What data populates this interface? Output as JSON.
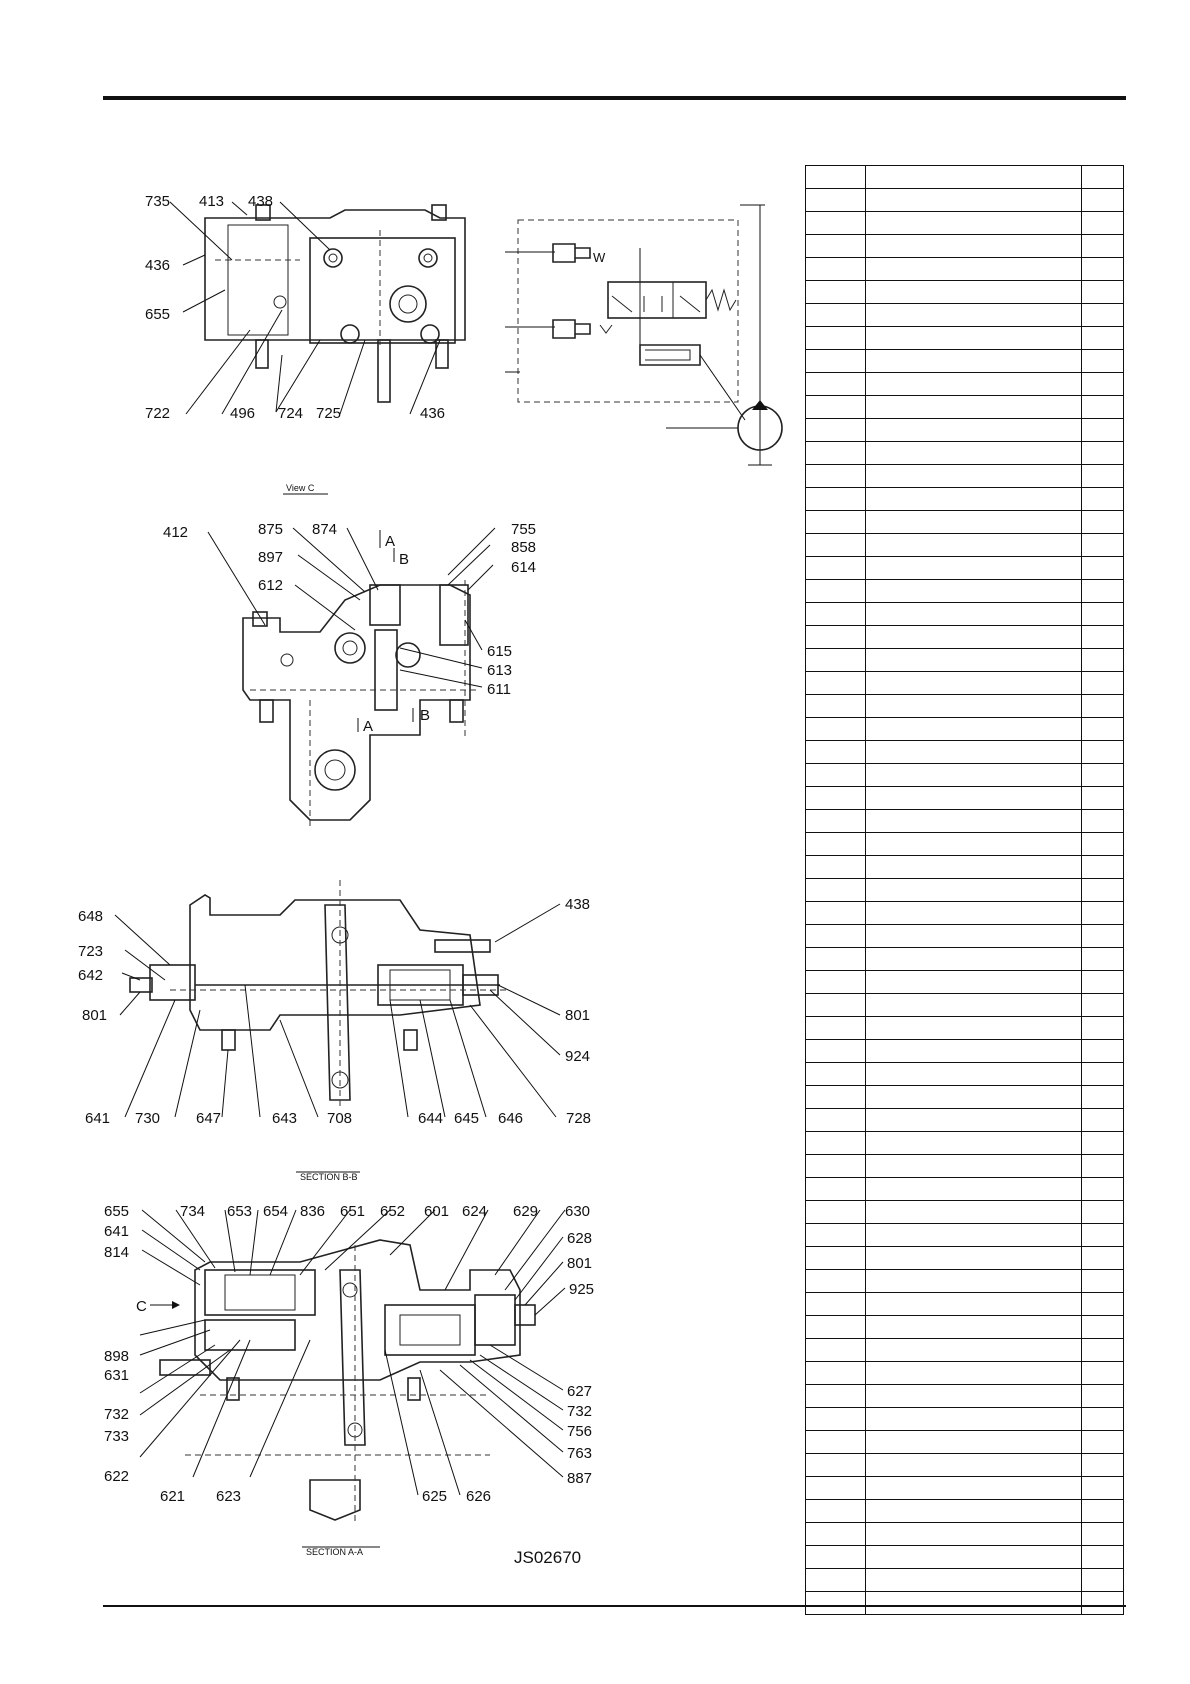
{
  "figure": {
    "view_label": "View C",
    "section_bb_label": "SECTION B-B",
    "section_aa_label": "SECTION A-A",
    "drawing_code": "JS02670",
    "view_c_callouts": [
      "735",
      "413",
      "438",
      "436",
      "655",
      "722",
      "496",
      "724",
      "725",
      "436"
    ],
    "middle_view_callouts": [
      "412",
      "875",
      "874",
      "897",
      "612",
      "755",
      "858",
      "614",
      "615",
      "613",
      "611"
    ],
    "section_markers": [
      "A",
      "B",
      "A",
      "B"
    ],
    "section_bb_callouts": [
      "648",
      "723",
      "642",
      "801",
      "641",
      "730",
      "647",
      "643",
      "708",
      "438",
      "801",
      "924",
      "644",
      "645",
      "646",
      "728"
    ],
    "section_aa_callouts": [
      "655",
      "641",
      "814",
      "734",
      "653",
      "654",
      "836",
      "651",
      "652",
      "601",
      "624",
      "629",
      "630",
      "628",
      "801",
      "925",
      "898",
      "631",
      "732",
      "733",
      "622",
      "621",
      "623",
      "625",
      "626",
      "627",
      "732",
      "756",
      "763",
      "887"
    ],
    "c_arrow_label": "C"
  },
  "parts_table": {
    "row_count": 63
  }
}
